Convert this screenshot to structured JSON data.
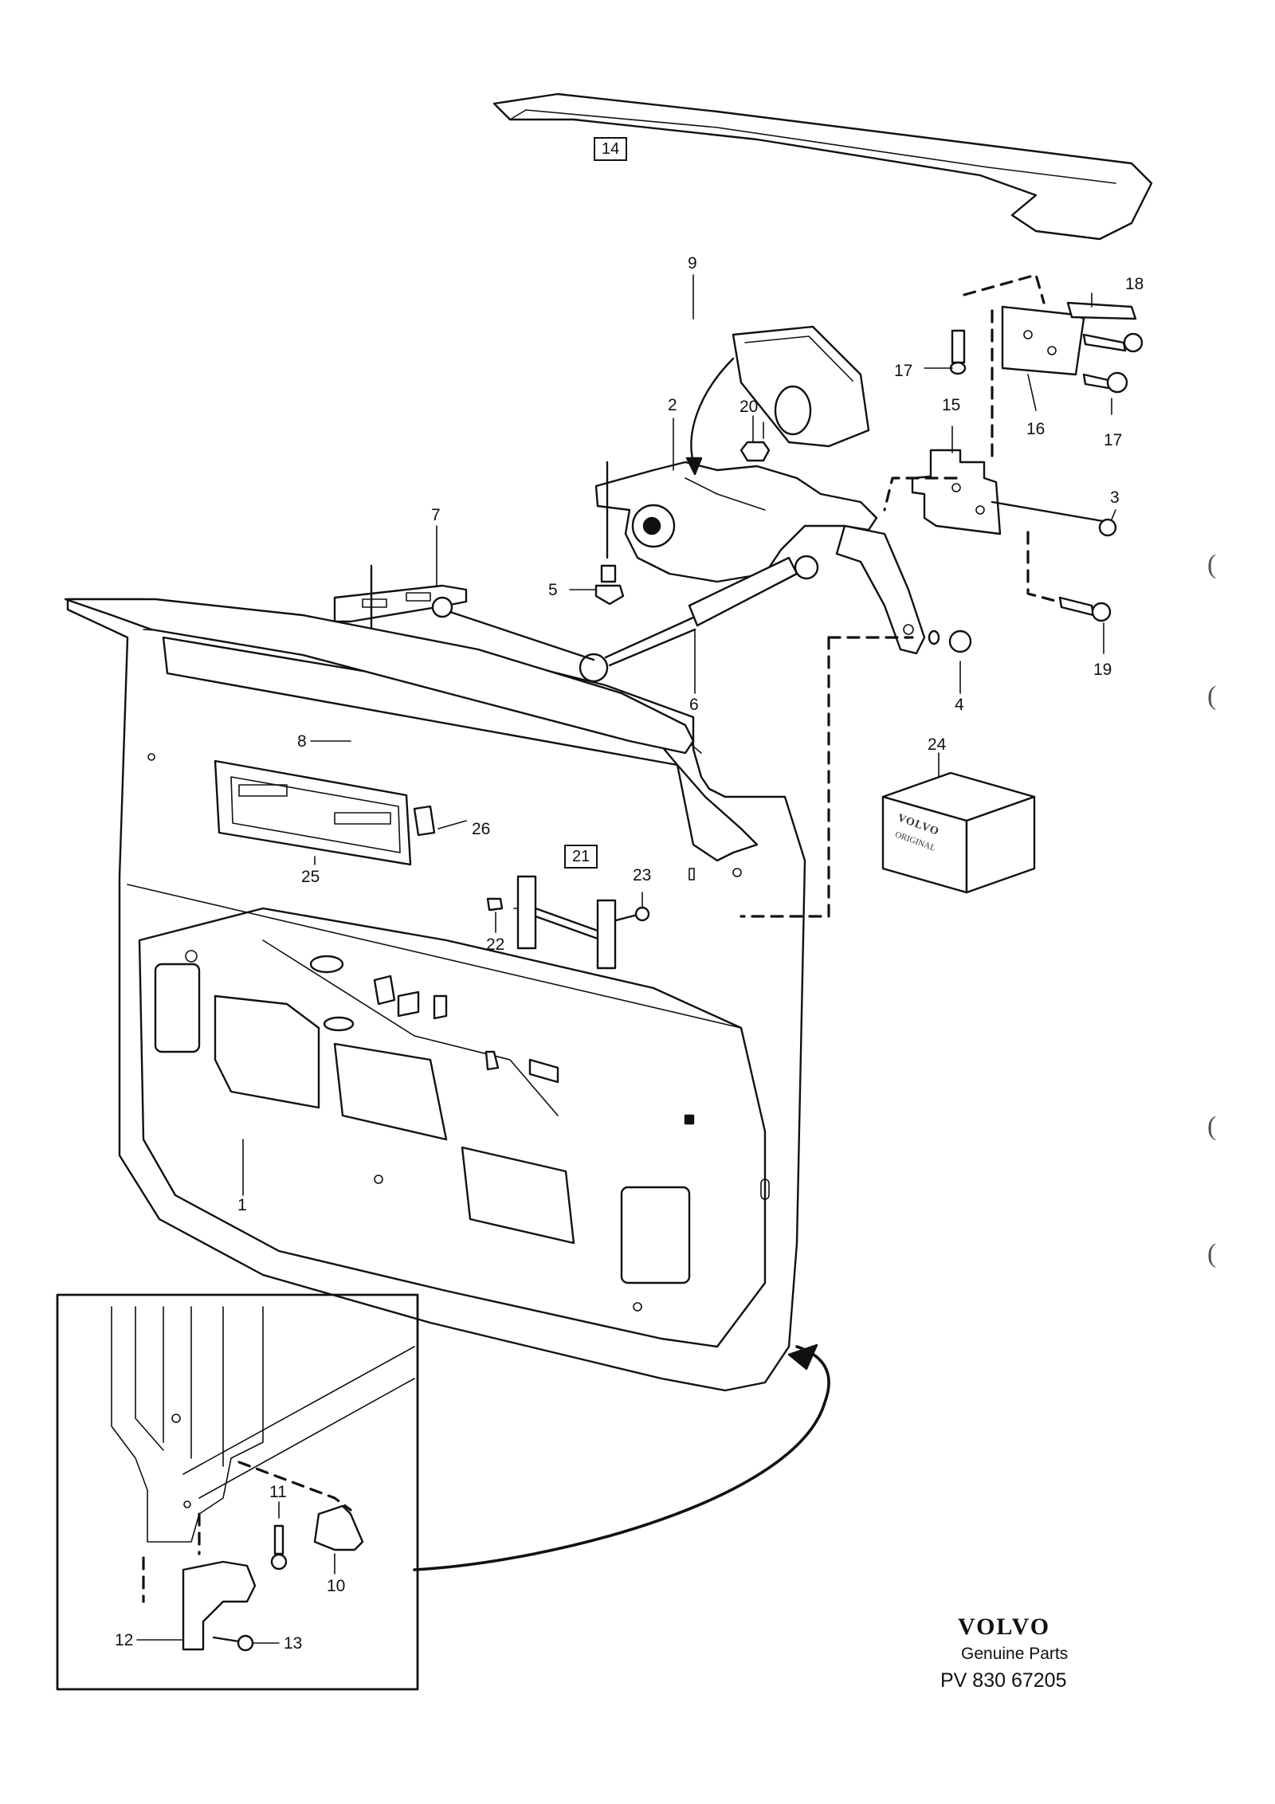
{
  "callouts": [
    {
      "id": "c1",
      "text": "1"
    },
    {
      "id": "c2",
      "text": "2"
    },
    {
      "id": "c3",
      "text": "3"
    },
    {
      "id": "c4",
      "text": "4"
    },
    {
      "id": "c5",
      "text": "5"
    },
    {
      "id": "c6",
      "text": "6"
    },
    {
      "id": "c7",
      "text": "7"
    },
    {
      "id": "c8",
      "text": "8"
    },
    {
      "id": "c9",
      "text": "9"
    },
    {
      "id": "c10",
      "text": "10"
    },
    {
      "id": "c11",
      "text": "11"
    },
    {
      "id": "c12",
      "text": "12"
    },
    {
      "id": "c13",
      "text": "13"
    },
    {
      "id": "c15",
      "text": "15"
    },
    {
      "id": "c16",
      "text": "16"
    },
    {
      "id": "c17a",
      "text": "17"
    },
    {
      "id": "c17b",
      "text": "17"
    },
    {
      "id": "c18",
      "text": "18"
    },
    {
      "id": "c19",
      "text": "19"
    },
    {
      "id": "c20",
      "text": "20"
    },
    {
      "id": "c22",
      "text": "22"
    },
    {
      "id": "c23",
      "text": "23"
    },
    {
      "id": "c24",
      "text": "24"
    },
    {
      "id": "c25",
      "text": "25"
    },
    {
      "id": "c26",
      "text": "26"
    }
  ],
  "boxed_callouts": [
    {
      "id": "b14",
      "text": "14"
    },
    {
      "id": "b21",
      "text": "21"
    }
  ],
  "kit_box": {
    "brand_print": "VOLVO",
    "sub_print": "ORIGINAL"
  },
  "footer": {
    "brand": "VOLVO",
    "tagline": "Genuine Parts",
    "part_code": "PV 830 67205"
  },
  "margin_marks": [
    "(",
    "(",
    "(",
    "("
  ]
}
